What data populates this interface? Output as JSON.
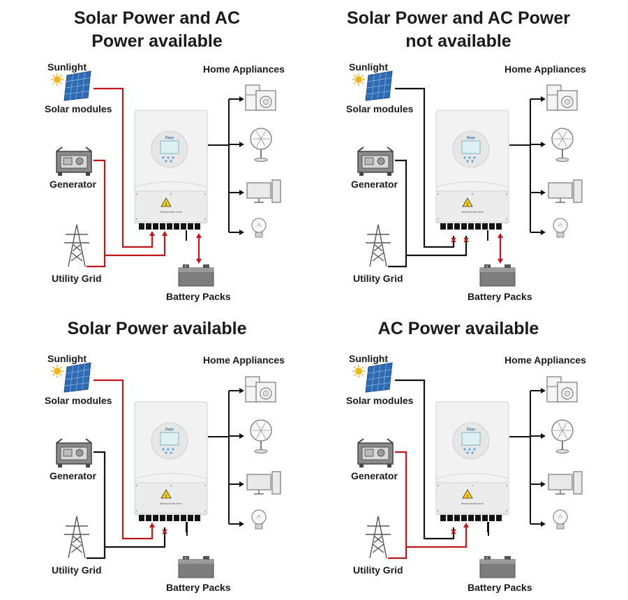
{
  "colors": {
    "active_wire": "#c0161b",
    "idle_wire": "#111111",
    "inverter_body": "#f2f2f2",
    "display_ring": "#e6e6e6"
  },
  "labels": {
    "sunlight": "Sunlight",
    "solar_modules": "Solar modules",
    "generator": "Generator",
    "utility_grid": "Utility Grid",
    "home_appliances": "Home Appliances",
    "battery_packs": "Battery Packs",
    "brand": "Deye",
    "warning": "Warning electric shock"
  },
  "panels": [
    {
      "title_line1": "Solar Power and AC",
      "title_line2": "Power available",
      "solar": "active",
      "generator": "active",
      "grid": "active",
      "battery": "active",
      "pv_cross": false,
      "ac_cross": false
    },
    {
      "title_line1": "Solar Power and AC Power",
      "title_line2": "not available",
      "solar": "idle",
      "generator": "idle",
      "grid": "idle",
      "battery": "active",
      "pv_cross": true,
      "ac_cross": true
    },
    {
      "title_line1": "Solar Power available",
      "title_line2": "",
      "solar": "active",
      "generator": "idle",
      "grid": "idle",
      "battery": "none",
      "pv_cross": false,
      "ac_cross": true
    },
    {
      "title_line1": "AC Power available",
      "title_line2": "",
      "solar": "idle",
      "generator": "active",
      "grid": "active",
      "battery": "none",
      "pv_cross": true,
      "ac_cross": false
    }
  ]
}
